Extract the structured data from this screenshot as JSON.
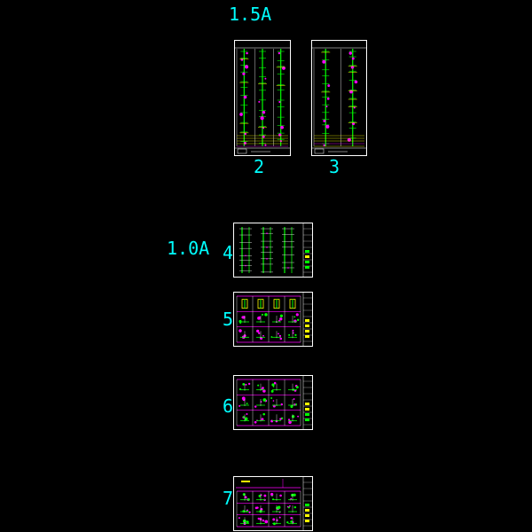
{
  "labels": {
    "scale_top": "1.5A",
    "scale_mid": "1.0A",
    "sheet_2": "2",
    "sheet_3": "3",
    "sheet_4": "4",
    "sheet_5": "5",
    "sheet_6": "6",
    "sheet_7": "7"
  },
  "colors": {
    "background": "#000000",
    "label": "#00ffff",
    "frame": "#ffffff",
    "green": "#00ff00",
    "magenta": "#ff00ff",
    "yellow": "#ffff00",
    "white": "#ffffff"
  }
}
